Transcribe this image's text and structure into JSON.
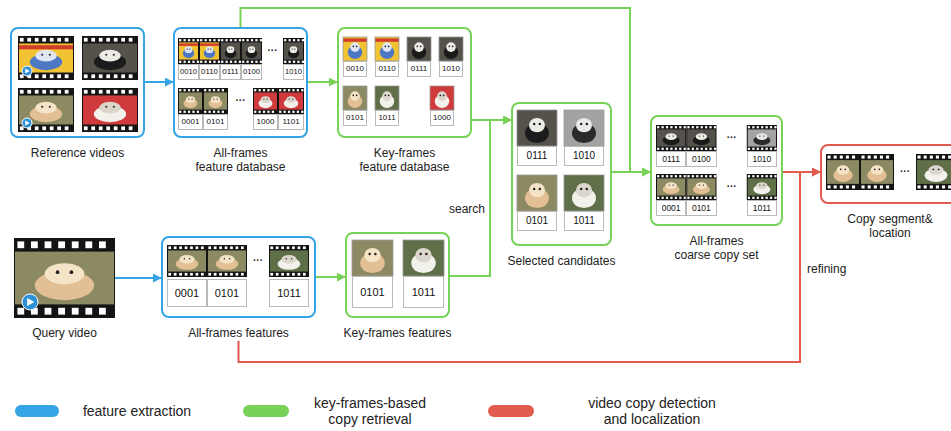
{
  "diagram": {
    "nodes": [
      {
        "text": [
          "Reference videos"
        ]
      },
      {
        "text": [
          "All-frames feature database",
          "0010",
          "0110",
          "0111",
          "0100",
          "···",
          "1010",
          "0001",
          "0101",
          "···",
          "1000",
          "1101"
        ]
      },
      {
        "text": [
          "Key-frames feature database",
          "0010",
          "0110",
          "0111",
          "1010",
          "0101",
          "1011",
          "1000"
        ]
      },
      {
        "text": [
          "Selected candidates",
          "0111",
          "1010",
          "0101",
          "1011"
        ]
      },
      {
        "text": [
          "All-frames coarse copy set",
          "0111",
          "0100",
          "···",
          "1010",
          "0001",
          "0101",
          "···",
          "1011"
        ]
      },
      {
        "text": [
          "Copy segment& location",
          "···"
        ]
      },
      {
        "text": [
          "Query video"
        ]
      },
      {
        "text": [
          "All-frames features",
          "0001",
          "0101",
          "···",
          "1011"
        ]
      },
      {
        "text": [
          "Key-frames features",
          "0101",
          "1011"
        ]
      }
    ],
    "edges": [
      {
        "from": 0,
        "to": 1,
        "arrow": "to"
      },
      {
        "from": 1,
        "to": 2,
        "arrow": "to"
      },
      {
        "from": 1,
        "to": 4,
        "arrow": "to"
      },
      {
        "from": 2,
        "to": 3,
        "arrow": "to"
      },
      {
        "from": 8,
        "to": 3,
        "label": "search",
        "arrow": "to"
      },
      {
        "from": 3,
        "to": 4,
        "arrow": "to"
      },
      {
        "from": 4,
        "to": 5,
        "arrow": "to"
      },
      {
        "from": 6,
        "to": 7,
        "arrow": "to"
      },
      {
        "from": 7,
        "to": 8,
        "arrow": "to"
      },
      {
        "from": 7,
        "to": 5,
        "label": "refining",
        "arrow": "to"
      }
    ],
    "legend": [
      {
        "text": "feature extraction",
        "color": "#34a4e4"
      },
      {
        "text": "key-frames-based copy retrieval",
        "color": "#78d257"
      },
      {
        "text": "video copy detection and localization",
        "color": "#e25b4f"
      }
    ]
  }
}
